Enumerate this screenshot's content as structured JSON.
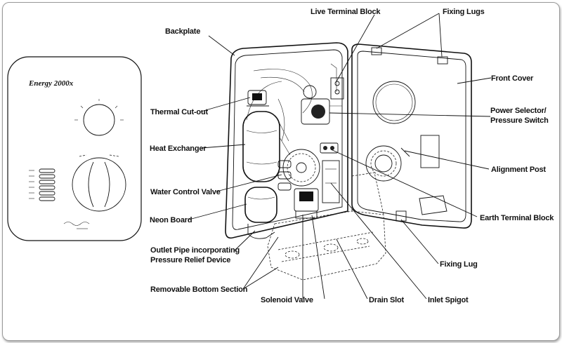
{
  "front_panel": {
    "brand": "Energy 2000x"
  },
  "labels": {
    "live_terminal_block": "Live Terminal Block",
    "fixing_lugs": "Fixing Lugs",
    "backplate": "Backplate",
    "front_cover": "Front Cover",
    "thermal_cut_out": "Thermal Cut-out",
    "power_selector_line1": "Power Selector/",
    "power_selector_line2": "Pressure Switch",
    "heat_exchanger": "Heat Exchanger",
    "alignment_post": "Alignment Post",
    "water_control_valve": "Water Control Valve",
    "neon_board": "Neon Board",
    "earth_terminal_block": "Earth Terminal Block",
    "outlet_pipe_line1": "Outlet Pipe incorporating",
    "outlet_pipe_line2": "Pressure Relief Device",
    "fixing_lug": "Fixing Lug",
    "removable_bottom_section": "Removable Bottom Section",
    "solenoid_valve": "Solenoid Valve",
    "drain_slot": "Drain Slot",
    "inlet_spigot": "Inlet Spigot"
  }
}
